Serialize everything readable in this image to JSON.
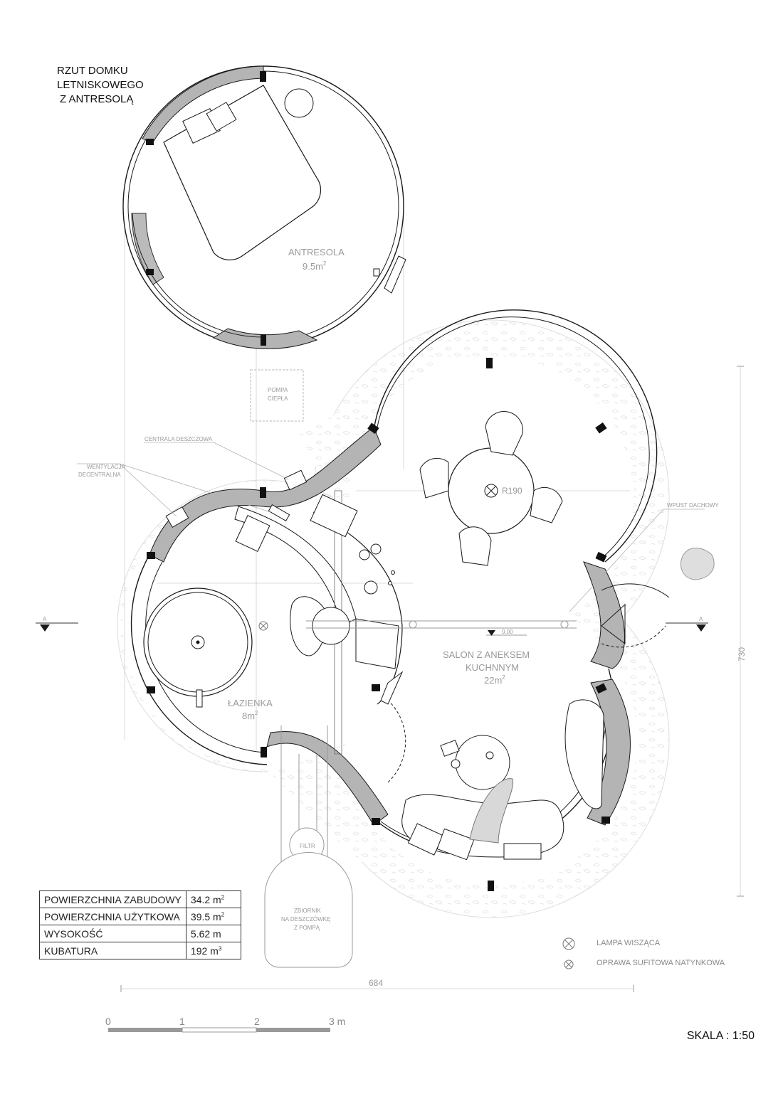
{
  "title": {
    "line1": "RZUT DOMKU",
    "line2": "LETNISKOWEGO",
    "line3": "Z ANTRESOLĄ"
  },
  "rooms": {
    "antresola": {
      "name": "ANTRESOLA",
      "area": "9.5m",
      "sup": "2"
    },
    "lazienka": {
      "name": "ŁAZIENKA",
      "area": "8m",
      "sup": "2"
    },
    "salon_line1": "SALON Z ANEKSEM",
    "salon_line2": "KUCHNNYM",
    "salon_area": "22m",
    "salon_sup": "2"
  },
  "labels": {
    "pompa_line1": "POMPA",
    "pompa_line2": "CIEPŁA",
    "centrala": "CENTRALA DESZCZOWA",
    "wentylacja_line1": "WENTYLACJA",
    "wentylacja_line2": "DECENTRALNA",
    "wpust": "WPUST DACHOWY",
    "filtr": "FILTR",
    "zbiornik_line1": "ZBIORNIK",
    "zbiornik_line2": "NA DESZCZÓWKĘ",
    "zbiornik_line3": "Z POMPĄ",
    "table_radius": "R190",
    "level": "0.00",
    "section_mark": "A"
  },
  "dimensions": {
    "width": "684",
    "height": "730"
  },
  "stats": [
    {
      "label": "POWIERZCHNIA ZABUDOWY",
      "value": "34.2 m",
      "sup": "2"
    },
    {
      "label": "POWIERZCHNIA UŻYTKOWA",
      "value": "39.5 m",
      "sup": "2"
    },
    {
      "label": "WYSOKOŚĆ",
      "value": "5.62 m",
      "sup": ""
    },
    {
      "label": "KUBATURA",
      "value": "192 m",
      "sup": "3"
    }
  ],
  "legend": {
    "lampa": "LAMPA WISZĄCA",
    "oprawa": "OPRAWA SUFITOWA NATYNKOWA"
  },
  "scalebar": {
    "t0": "0",
    "t1": "1",
    "t2": "2",
    "t3": "3 m"
  },
  "scale_note": "SKALA : 1:50",
  "colors": {
    "wall": "#b4b4b4",
    "line": "#1a1a1a",
    "soft": "#c8c8c8"
  }
}
